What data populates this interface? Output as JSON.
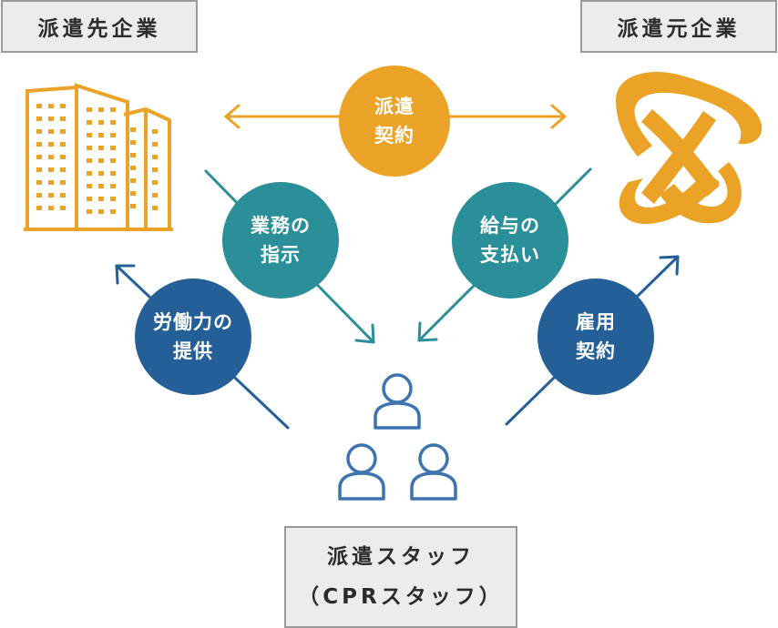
{
  "labels": {
    "dispatch_destination": "派遣先企業",
    "dispatch_origin": "派遣元企業",
    "staff_line1": "派遣スタッフ",
    "staff_line2": "（CPRスタッフ）"
  },
  "circles": {
    "dispatch_contract": [
      "派遣",
      "契約"
    ],
    "work_instruction": [
      "業務の",
      "指示"
    ],
    "salary_payment": [
      "給与の",
      "支払い"
    ],
    "labor_provision": [
      "労働力の",
      "提供"
    ],
    "employment_contract": [
      "雇用",
      "契約"
    ]
  },
  "colors": {
    "orange": "#eba327",
    "teal": "#2a8f98",
    "blue": "#245f97",
    "staff_blue": "#3d74b0"
  },
  "icons": {
    "dispatch_destination": "building-icon",
    "dispatch_origin": "company-logo-icon",
    "staff": "people-icon"
  }
}
